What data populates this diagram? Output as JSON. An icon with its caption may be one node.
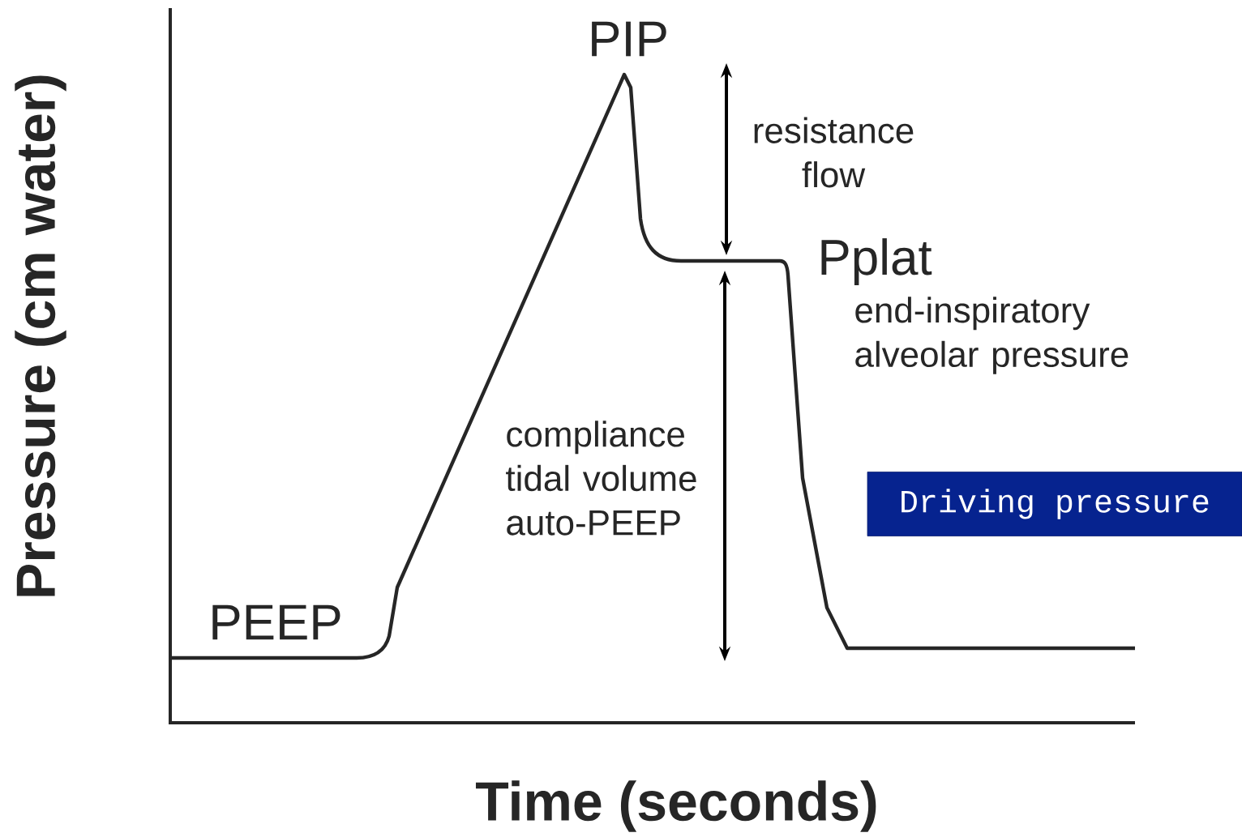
{
  "diagram": {
    "nodes": [
      {
        "text": [
          "Driving pressure"
        ]
      }
    ],
    "labels": [
      "PIP",
      "resistance flow",
      "Pplat",
      "end-inspiratory alveolar pressure",
      "compliance tidal volume auto-PEEP",
      "PEEP",
      "Pressure (cm water)",
      "Time (seconds)"
    ]
  }
}
